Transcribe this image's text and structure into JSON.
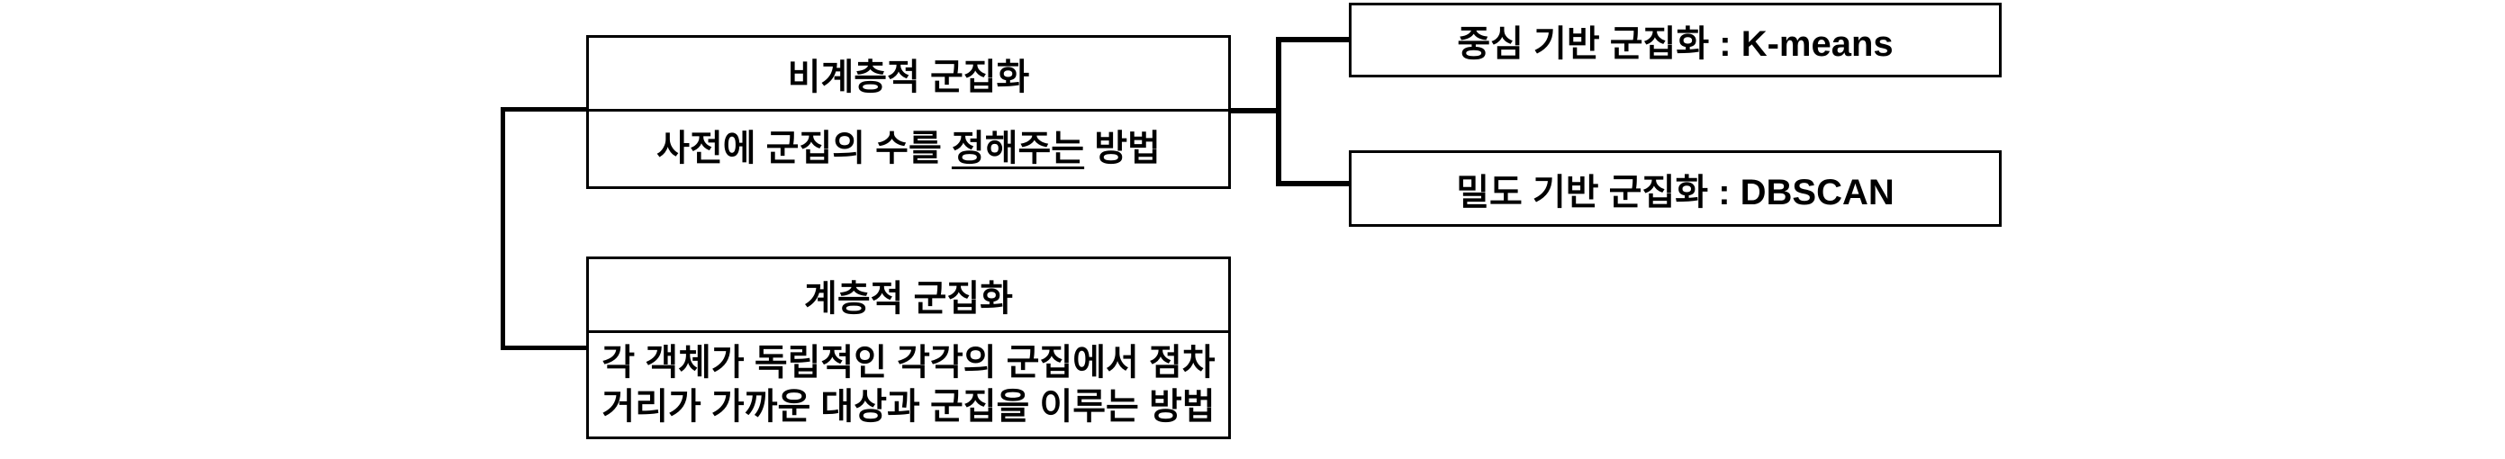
{
  "colors": {
    "background": "#ffffff",
    "line": "#000000",
    "text": "#000000"
  },
  "boxes": {
    "non_hierarchical": {
      "title": "비계층적 군집화",
      "desc_prefix": "사전에 군집의 수를 ",
      "desc_underline": "정해주는",
      "desc_suffix": " 방법"
    },
    "hierarchical": {
      "title": "계층적 군집화",
      "desc_line1": "각 객체가 독립적인 각각의 군집에서 점차",
      "desc_line2": "거리가 가까운 대상과 군집을 이루는 방법"
    },
    "centroid_based": {
      "label": "중심 기반 군집화 : K-means"
    },
    "density_based": {
      "label": "밀도 기반 군집화 : DBSCAN"
    }
  }
}
